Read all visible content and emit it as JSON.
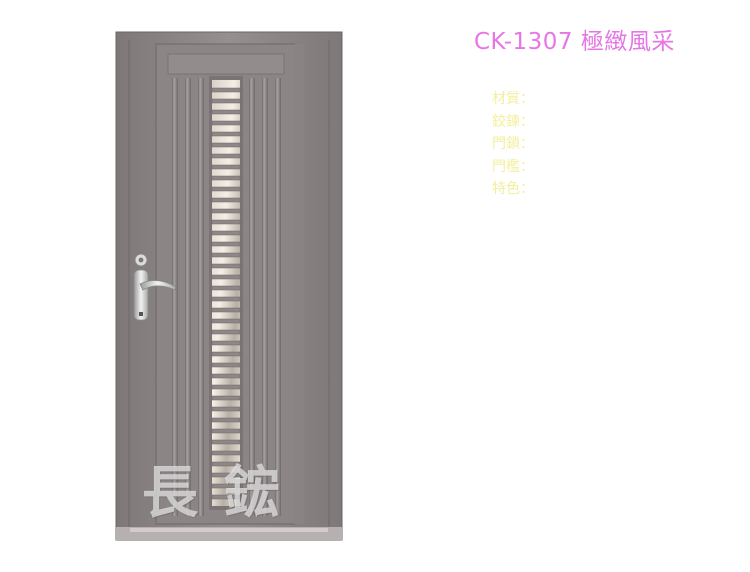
{
  "product": {
    "model": "CK-1307",
    "name": "極緻風采"
  },
  "specs": [
    {
      "label": "材質："
    },
    {
      "label": "鉸鍊："
    },
    {
      "label": "門鎖："
    },
    {
      "label": "門檻："
    },
    {
      "label": "特色："
    }
  ],
  "watermark": {
    "text": "長鋐"
  },
  "colors": {
    "title": "#e676e6",
    "specs": "#f3ef9e",
    "door": "#8c8585"
  }
}
